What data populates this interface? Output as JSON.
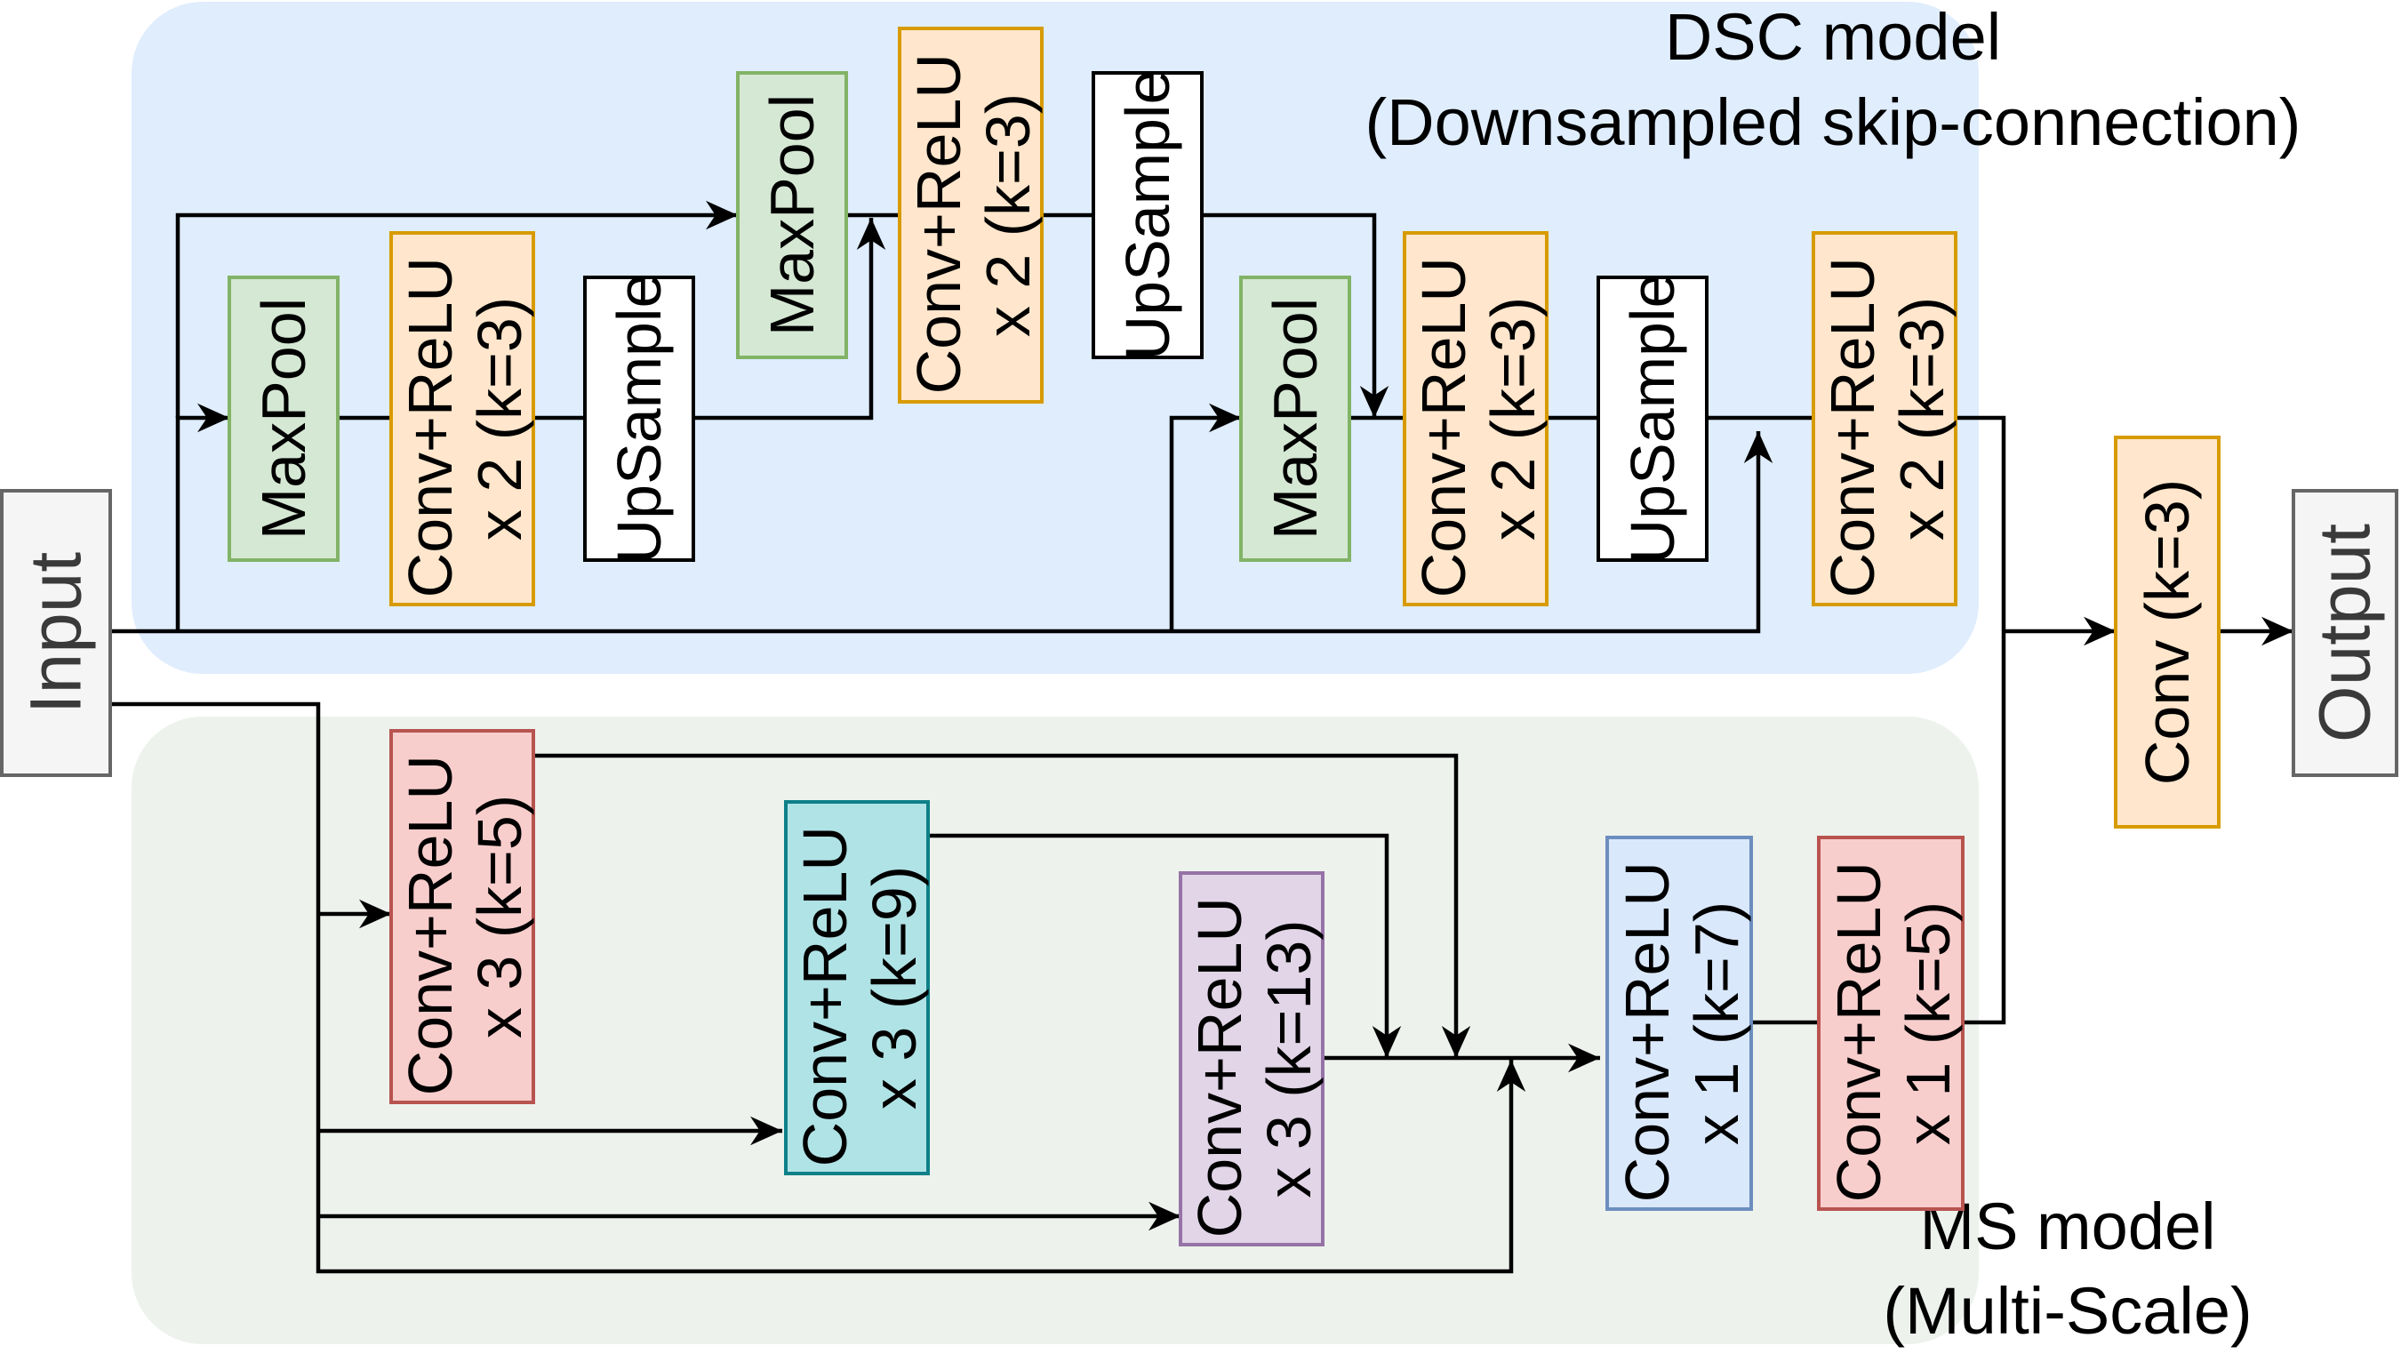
{
  "regions": {
    "dsc": {
      "title": "DSC model",
      "subtitle": "(Downsampled skip-connection)",
      "fill": "#dfedfd"
    },
    "ms": {
      "title": "MS model",
      "subtitle": "(Multi-Scale)",
      "fill": "#edf2ed"
    }
  },
  "io": {
    "input": "Input",
    "output": "Output"
  },
  "dsc_blocks": {
    "maxpool_1": "MaxPool",
    "conv_1": [
      "Conv+ReLU",
      "x 2 (k=3)"
    ],
    "upsample_1": "UpSample",
    "maxpool_2": "MaxPool",
    "conv_2": [
      "Conv+ReLU",
      "x 2 (k=3)"
    ],
    "upsample_2": "UpSample",
    "maxpool_3": "MaxPool",
    "conv_3": [
      "Conv+ReLU",
      "x 2 (k=3)"
    ],
    "upsample_3": "UpSample",
    "conv_4": [
      "Conv+ReLU",
      "x 2 (k=3)"
    ]
  },
  "ms_blocks": {
    "conv_k5": [
      "Conv+ReLU",
      "x 3 (k=5)"
    ],
    "conv_k9": [
      "Conv+ReLU",
      "x 3 (k=9)"
    ],
    "conv_k13": [
      "Conv+ReLU",
      "x 3 (k=13)"
    ],
    "conv_k7": [
      "Conv+ReLU",
      "x 1 (k=7)"
    ],
    "conv_k5_out": [
      "Conv+ReLU",
      "x 1 (k=5)"
    ]
  },
  "final_conv": "Conv (k=3)",
  "colors": {
    "maxpool_fill": "#d5e8d4",
    "maxpool_stroke": "#82b366",
    "conv_fill": "#ffe6cc",
    "conv_stroke": "#d79b00",
    "upsample_fill": "#ffffff",
    "upsample_stroke": "#000000",
    "red_fill": "#f8cecc",
    "red_stroke": "#b85450",
    "cyan_fill": "#b0e3e6",
    "cyan_stroke": "#0e8088",
    "purple_fill": "#e1d5e7",
    "purple_stroke": "#9673a6",
    "blue_fill": "#dae8fc",
    "blue_stroke": "#6c8ebf",
    "io_fill": "#f5f5f5",
    "io_stroke": "#666666"
  }
}
